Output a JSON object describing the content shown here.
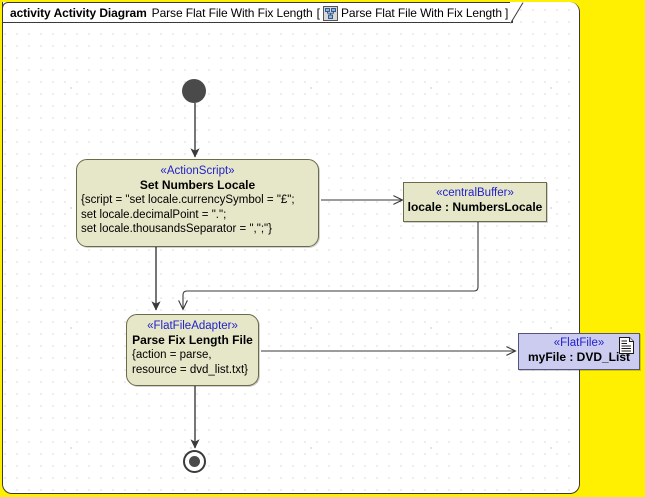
{
  "frame": {
    "keyword": "activity",
    "kind": "Activity Diagram",
    "name": "Parse Flat File With Fix Length",
    "bracket_open": "[",
    "bracket_close": "]",
    "inner_name": "Parse Flat File With Fix Length",
    "icon": "activity-diagram-icon",
    "background_color": "#ffef00",
    "canvas_color": "#ffffff"
  },
  "nodes": {
    "initial": {
      "name": "initial-node",
      "shape": "filled-circle",
      "color": "#4a4a4a"
    },
    "set_numbers_locale": {
      "stereotype": "«ActionScript»",
      "title": "Set Numbers Locale",
      "body_lines": [
        "{script = \"set locale.currencySymbol = \"£\";",
        "set locale.decimalPoint = \".\";",
        "set locale.thousandsSeparator = \",\";\"}"
      ],
      "fill_color": "#e6e6c8",
      "border_color": "#6b6b4a",
      "stereotype_color": "#2222cc"
    },
    "central_buffer": {
      "stereotype": "«centralBuffer»",
      "title": "locale : NumbersLocale",
      "fill_color": "#e6e6c8",
      "border_color": "#6b6b4a",
      "stereotype_color": "#2222cc"
    },
    "parse_fix_length_file": {
      "stereotype": "«FlatFileAdapter»",
      "title": "Parse Fix Length File",
      "body_lines": [
        "{action = parse,",
        "resource = dvd_list.txt}"
      ],
      "fill_color": "#e6e6c8",
      "border_color": "#6b6b4a",
      "stereotype_color": "#2222cc"
    },
    "my_file": {
      "stereotype": "«FlatFile»",
      "title": "myFile : DVD_List",
      "icon": "document-icon",
      "fill_color": "#ccccf0",
      "border_color": "#55557a",
      "stereotype_color": "#2222cc"
    },
    "final": {
      "name": "activity-final-node",
      "shape": "circle-with-dot",
      "color": "#4a4a4a"
    }
  },
  "edges": [
    {
      "name": "initial-to-set-numbers-locale",
      "arrow": "solid"
    },
    {
      "name": "set-numbers-locale-to-central-buffer",
      "arrow": "open"
    },
    {
      "name": "central-buffer-to-parse-fix-length-file",
      "arrow": "open"
    },
    {
      "name": "set-numbers-locale-to-parse-fix-length-file",
      "arrow": "solid"
    },
    {
      "name": "parse-fix-length-file-to-my-file",
      "arrow": "open"
    },
    {
      "name": "parse-fix-length-file-to-final",
      "arrow": "solid"
    }
  ]
}
